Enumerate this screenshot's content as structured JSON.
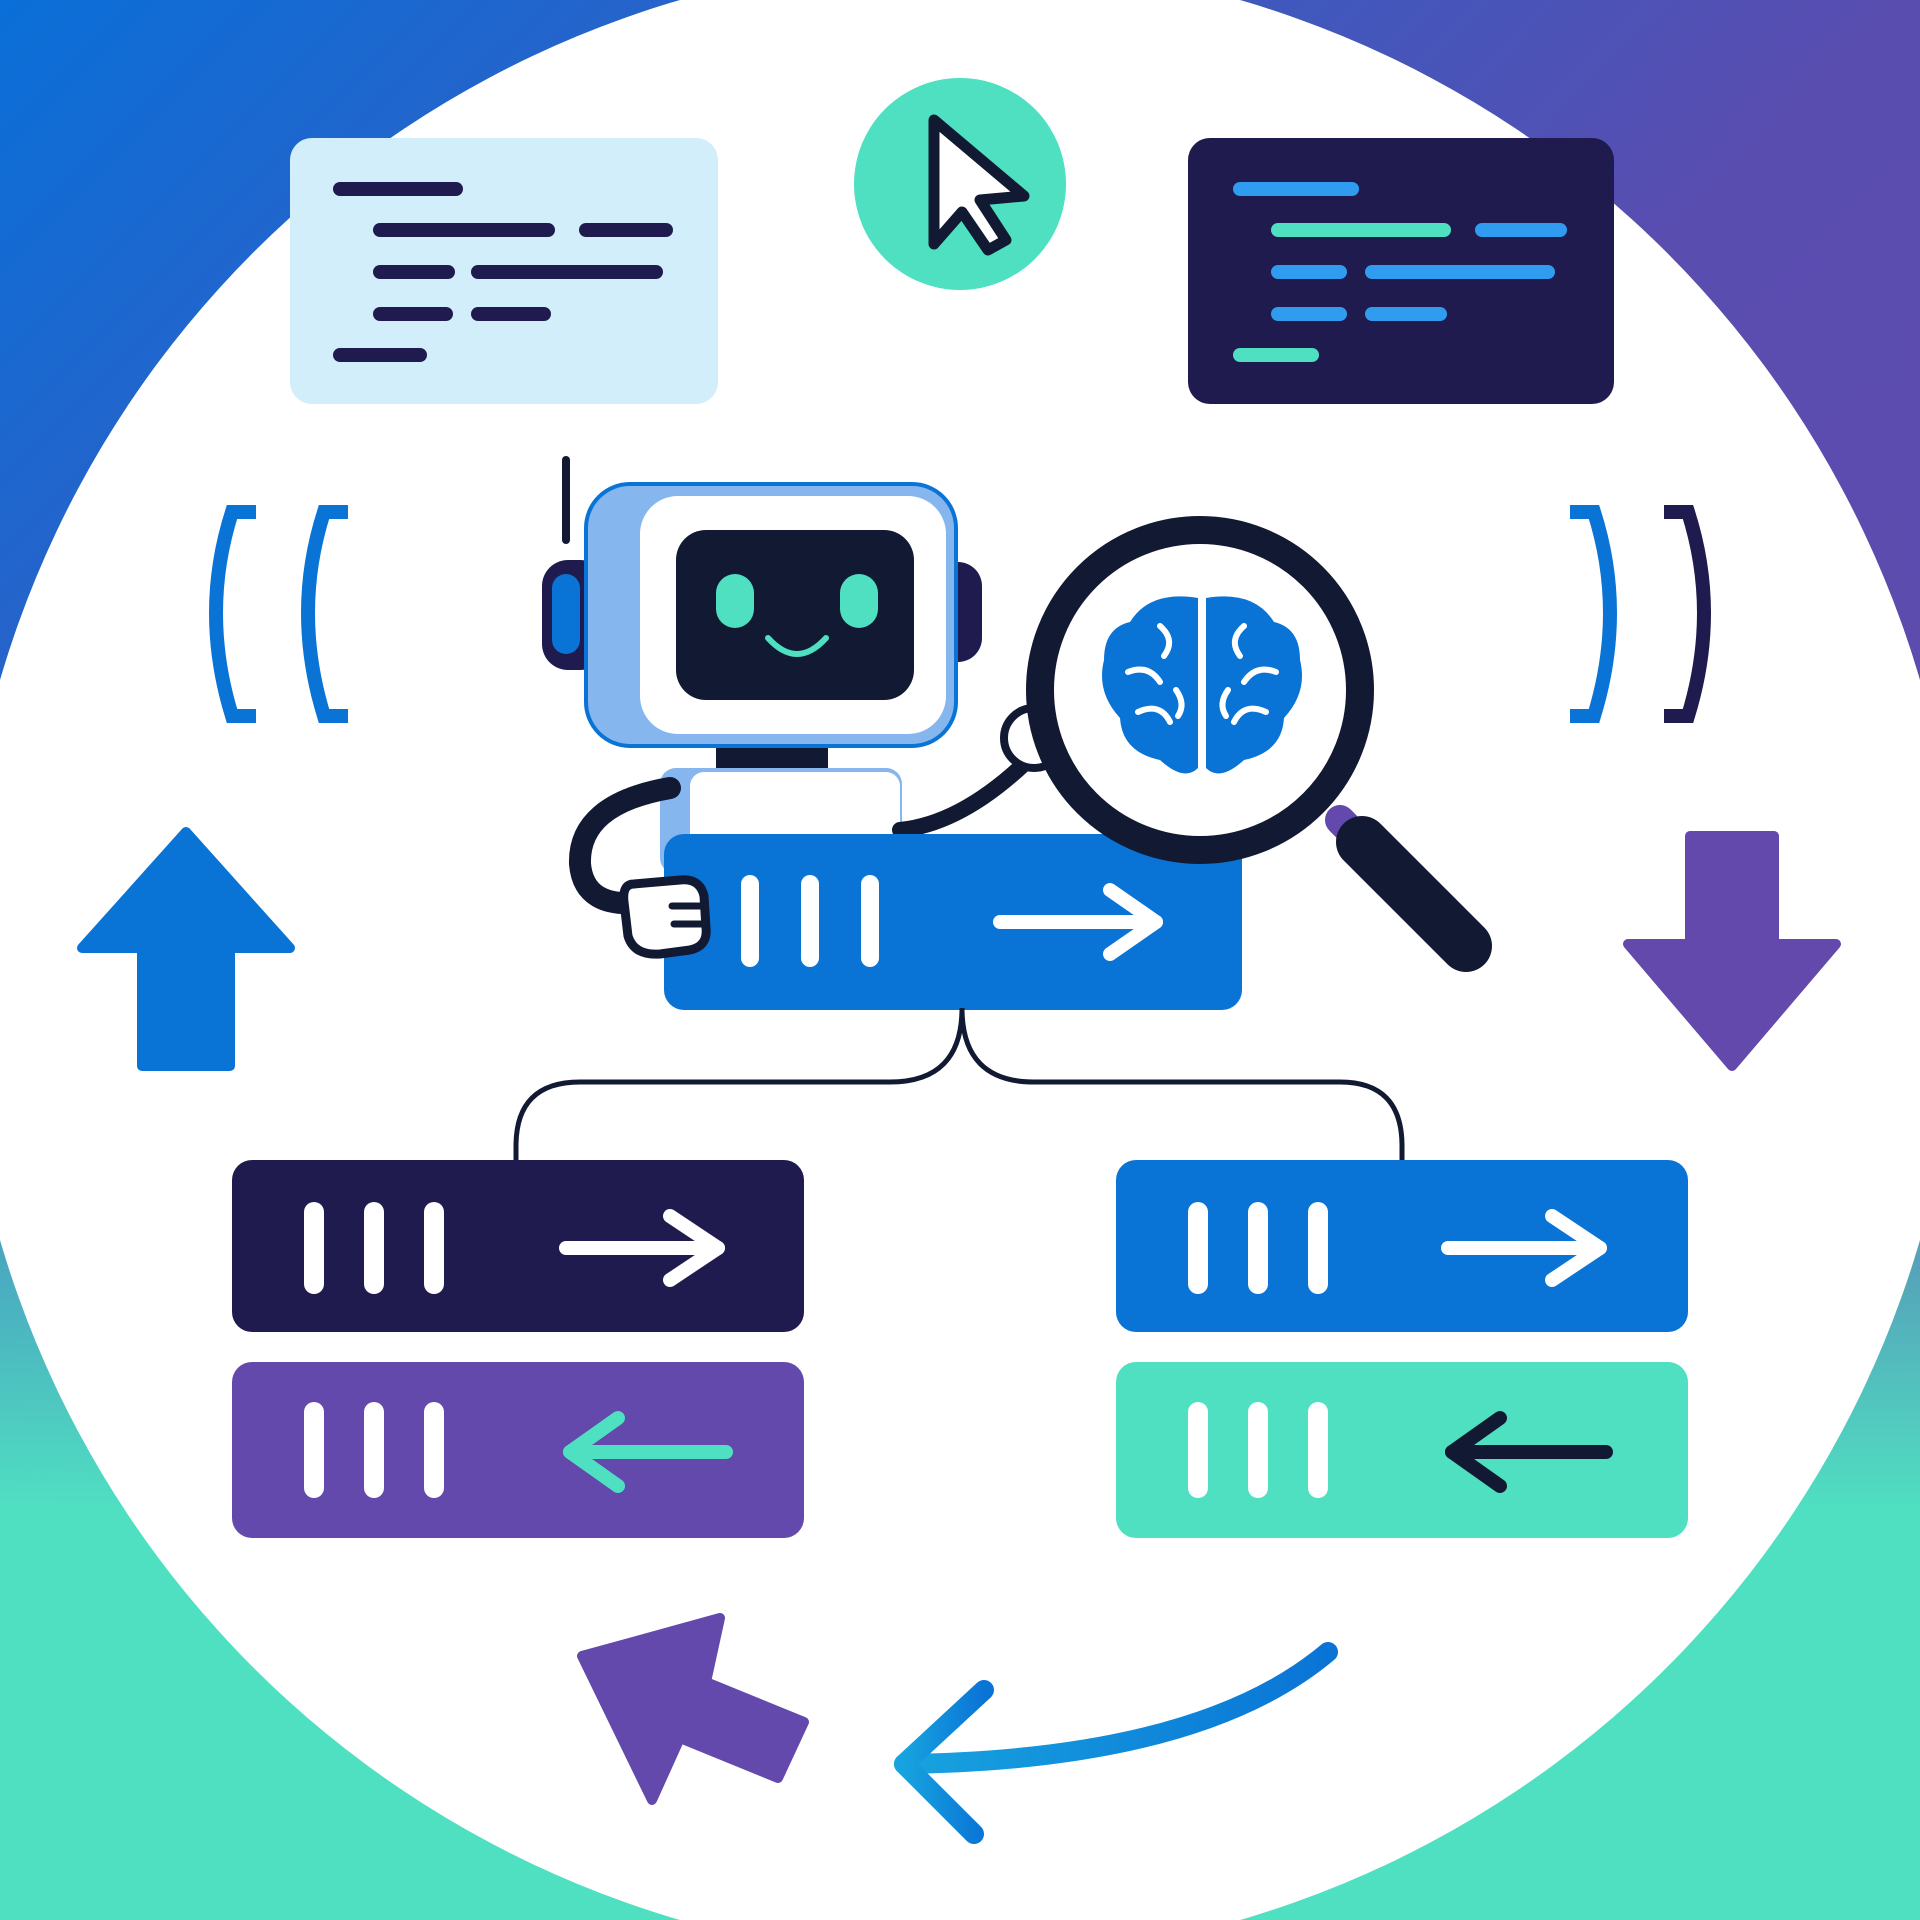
{
  "palette": {
    "blue": "#0a74d6",
    "purple": "#6249ab",
    "mint": "#4fe0c2",
    "navy": "#1f1b4f",
    "ink": "#121a33",
    "pale_blue": "#d3eefb",
    "light_blue": "#86b6ee",
    "white": "#ffffff"
  },
  "icons": {
    "cursor": "cursor-icon",
    "brain": "brain-icon",
    "magnifier": "magnifying-glass-icon",
    "robot": "robot-icon",
    "arrow_up": "up-arrow-icon",
    "arrow_down": "down-arrow-icon",
    "arrow_back": "curved-arrow-icon"
  },
  "blocks": [
    {
      "name": "robot-held-block",
      "color": "blue",
      "arrow": "right"
    },
    {
      "name": "left-block-top",
      "color": "navy",
      "arrow": "right"
    },
    {
      "name": "left-block-bottom",
      "color": "purple",
      "arrow": "left"
    },
    {
      "name": "right-block-top",
      "color": "blue",
      "arrow": "right"
    },
    {
      "name": "right-block-bottom",
      "color": "mint",
      "arrow": "left"
    }
  ]
}
